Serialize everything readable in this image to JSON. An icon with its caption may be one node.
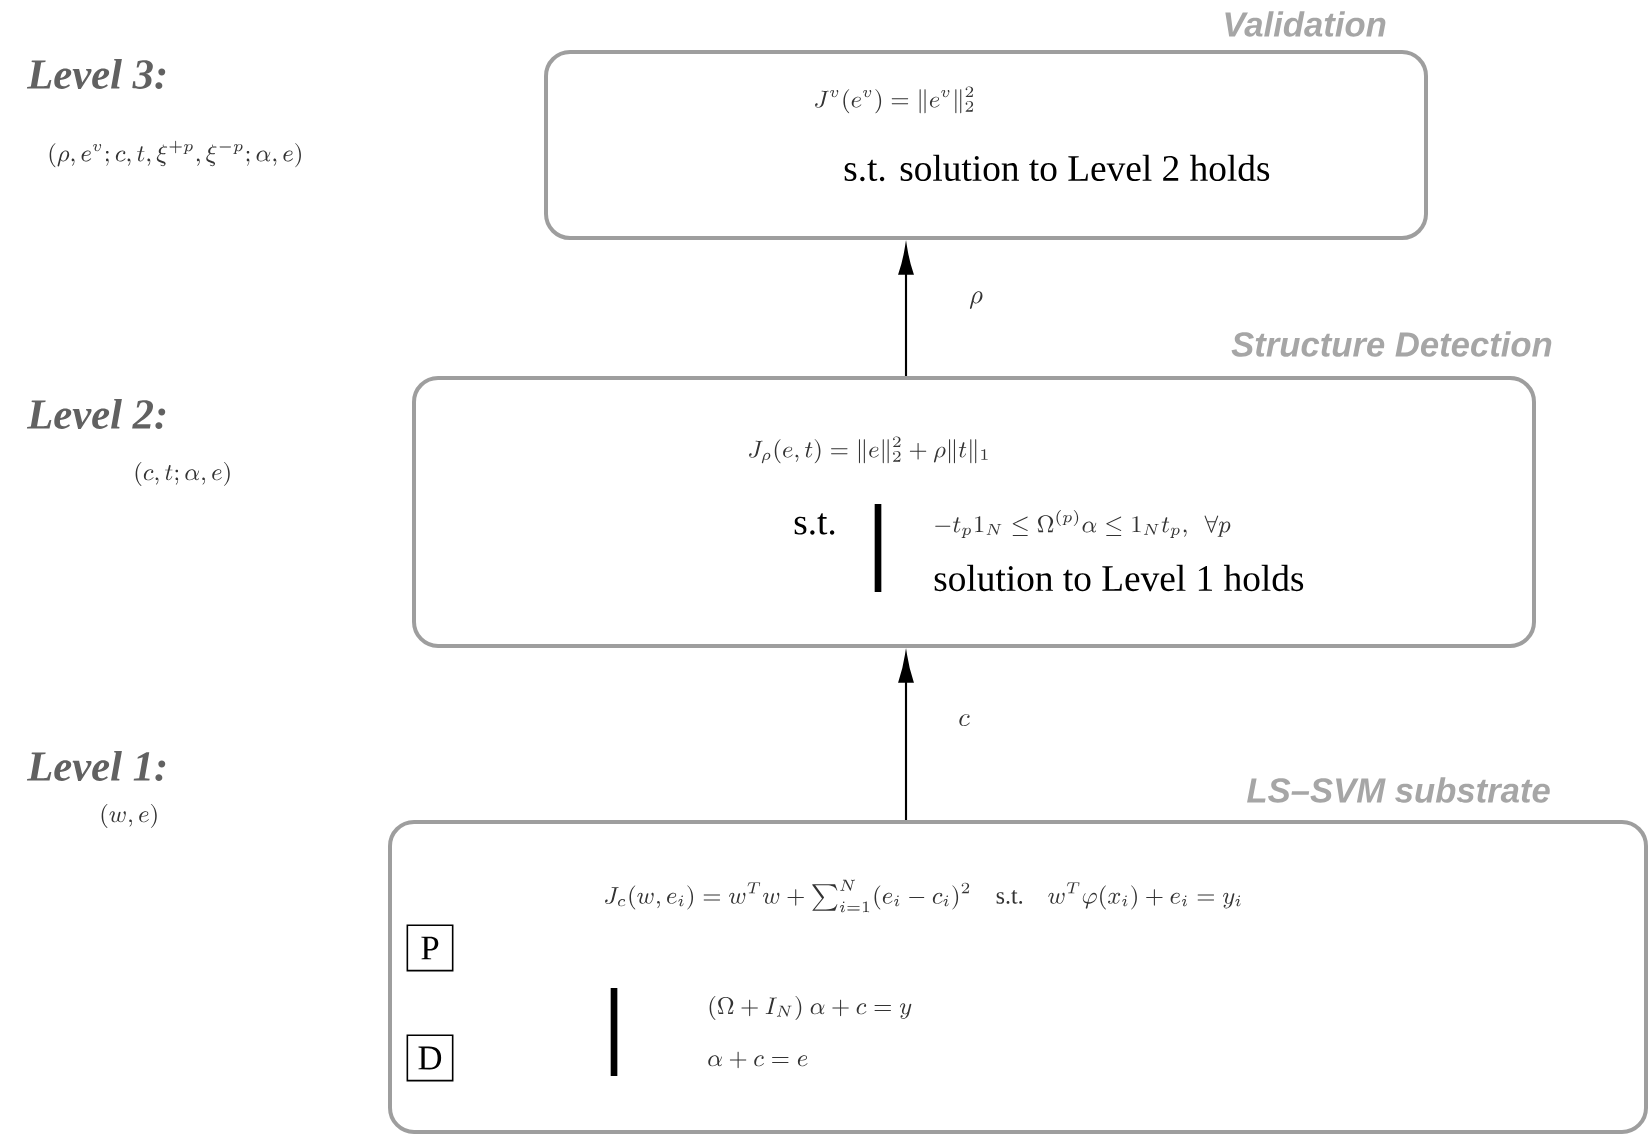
{
  "diagram": {
    "nodes": [
      {
        "text": [
          "Validation",
          "J^v(e^v) = \\|e^v\\|_2^2",
          "s.t. solution to Level 2 holds"
        ]
      },
      {
        "text": [
          "Structure Detection",
          "J_\\rho(e,t) = \\|e\\|_2^2 + \\rho\\|t\\|_1",
          "s.t.",
          "-t_p 1_N \\leq \\Omega^{(p)}\\alpha \\leq 1_N t_p,\\ \\ \\forall p",
          "solution to Level 1 holds"
        ]
      },
      {
        "text": [
          "LS–SVM substrate",
          "J_c(w,e_i) = w^T w + \\sum_{i=1}^N (e_i - c_i)^2 \\quad \\mbox{s.t.} \\quad w^T \\varphi(x_i) + e_i = y_i",
          "(\\Omega + I_N)\\ \\alpha + c = y",
          "\\alpha + c = e"
        ]
      },
      {
        "text": [
          "P"
        ],
        "in": 2
      },
      {
        "text": [
          "D"
        ],
        "in": 2
      }
    ],
    "edges": [
      {
        "from": 2,
        "to": 1,
        "arrow": "to",
        "label": "c"
      },
      {
        "from": 1,
        "to": 0,
        "arrow": "to",
        "label": "\\rho"
      }
    ],
    "labels": [
      "Level 3:",
      "(\\rho, e^v; c, t, \\xi^{+p}, \\xi^{-p}; \\alpha, e)",
      "Level 2:",
      "(c, t; \\alpha, e)",
      "Level 1:",
      "(w, e)"
    ]
  }
}
